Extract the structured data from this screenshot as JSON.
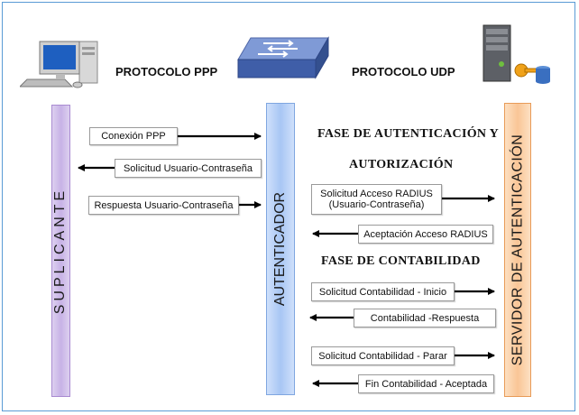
{
  "protocols": {
    "ppp": "PROTOCOLO PPP",
    "udp": "PROTOCOLO UDP"
  },
  "entities": {
    "supplicant": "SUPLICANTE",
    "authenticator": "AUTENTICADOR",
    "server": "SERVIDOR DE AUTENTICACIÓN"
  },
  "phases": {
    "auth_line1": "FASE DE AUTENTICACIÓN Y",
    "auth_line2": "AUTORIZACIÓN",
    "accounting": "FASE DE CONTABILIDAD"
  },
  "ppp_messages": [
    {
      "text": "Conexión PPP",
      "direction": "right"
    },
    {
      "text": "Solicitud Usuario-Contraseña",
      "direction": "left"
    },
    {
      "text": "Respuesta Usuario-Contraseña",
      "direction": "right"
    }
  ],
  "radius_messages": [
    {
      "text": "Solicitud Acceso RADIUS\n(Usuario-Contraseña)",
      "direction": "right"
    },
    {
      "text": "Aceptación Acceso RADIUS",
      "direction": "left"
    },
    {
      "text": "Solicitud Contabilidad - Inicio",
      "direction": "right"
    },
    {
      "text": "Contabilidad -Respuesta",
      "direction": "left"
    },
    {
      "text": "Solicitud Contabilidad - Parar",
      "direction": "right"
    },
    {
      "text": "Fin Contabilidad - Aceptada",
      "direction": "left"
    }
  ],
  "icons": {
    "supplicant": "desktop-computer-icon",
    "authenticator": "network-switch-icon",
    "server": "server-key-icon"
  },
  "colors": {
    "supplicant_bar": "#c7b2e6",
    "authenticator_bar": "#a8c6f4",
    "server_bar": "#f9c596",
    "frame_border": "#5a9bd5"
  }
}
